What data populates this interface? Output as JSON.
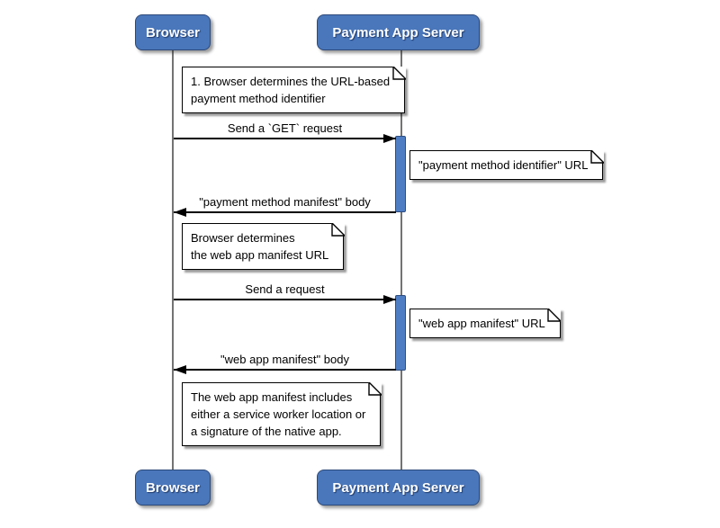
{
  "diagram_type": "uml-sequence-diagram",
  "actors": {
    "browser": {
      "label": "Browser"
    },
    "server": {
      "label": "Payment App Server"
    }
  },
  "messages": {
    "m1": {
      "label": "Send a `GET` request",
      "from": "Browser",
      "to": "Payment App Server",
      "direction": "right"
    },
    "m2": {
      "label": "\"payment method manifest\" body",
      "from": "Payment App Server",
      "to": "Browser",
      "direction": "left"
    },
    "m3": {
      "label": "Send a request",
      "from": "Browser",
      "to": "Payment App Server",
      "direction": "right"
    },
    "m4": {
      "label": "\"web app manifest\" body",
      "from": "Payment App Server",
      "to": "Browser",
      "direction": "left"
    }
  },
  "notes": {
    "step1": {
      "lines": [
        "1. Browser determines the URL-based",
        "payment method identifier"
      ]
    },
    "pmi_url": {
      "lines": [
        "\"payment method identifier\" URL"
      ]
    },
    "step2": {
      "lines": [
        "Browser determines",
        "the web app manifest URL"
      ]
    },
    "wam_url": {
      "lines": [
        "\"web app manifest\" URL"
      ]
    },
    "step3": {
      "lines": [
        "The web app manifest includes",
        "either a service worker location or",
        "a signature of the native app."
      ]
    }
  },
  "colors": {
    "actor_fill": "#4A77BB",
    "actor_border": "#2C4A7A",
    "activation_fill": "#4E7DC4",
    "activation_border": "#2E4D7E",
    "lifeline": "#737373",
    "arrow": "#000000",
    "note_bg": "#FFFFFF",
    "note_border": "#000000",
    "background": "#FFFFFF"
  }
}
